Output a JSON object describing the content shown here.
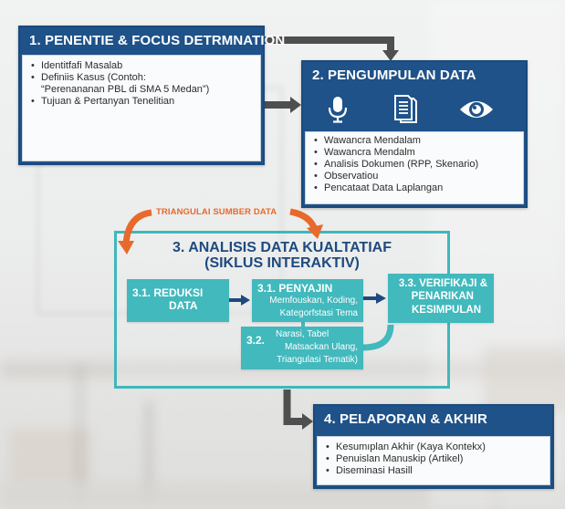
{
  "colors": {
    "dark_blue": "#1e5289",
    "teal": "#41b9bd",
    "orange": "#e8692c",
    "arrow_gray": "#4f4f4f",
    "arrow_navy": "#1e4a7e",
    "title_navy": "#1e4a7e"
  },
  "stage1": {
    "title": "1. PENENTIE & FOCUS DETRMNATION",
    "items": [
      {
        "text": "Identitfafi Masalab"
      },
      {
        "text": "Definiis Kasus (Contoh:",
        "cont": "“Perenananan PBL di SMA 5 Medan”)"
      },
      {
        "text": "Tujuan & Pertanyan Tenelitian"
      }
    ]
  },
  "stage2": {
    "title": "2. PENGUMPULAN DATA",
    "icons": [
      "microphone-icon",
      "document-icon",
      "eye-icon"
    ],
    "items": [
      {
        "text": "Wawancra Mendalam"
      },
      {
        "text": "Wawancra Mendalm"
      },
      {
        "text": "Analisis Dokumen (RPP, Skenario)"
      },
      {
        "text": "Observatiou"
      },
      {
        "text": "Pencataat Data Laplangan"
      }
    ]
  },
  "triangulation": {
    "label": "TRIANGULAI SUMBER DATA"
  },
  "stage3": {
    "title_line1": "3. ANALISIS DATA KUALTATIAF",
    "title_line2": "(SIKLUS INTERAKTIV)",
    "reduksi": {
      "line1": "3.1. REDUKSI",
      "line2": "DATA"
    },
    "penyajin": {
      "title": "3.1. PENYAJIN",
      "desc1": "Memfouskan, Koding,",
      "desc2": "Kategorfstasi Tema"
    },
    "step32": {
      "label": "3.2.",
      "desc1": "Narasi, Tabel",
      "desc2": "Matsackan Ulang,",
      "desc3": "Triangulasi Tematik)"
    },
    "verifikasi": {
      "line1": "3.3. VERIFIKAJI &",
      "line2": "PENARIKAN",
      "line3": "KESIMPULAN"
    }
  },
  "stage4": {
    "title": "4. PELAPORAN & AKHIR",
    "items": [
      {
        "text": "Kesumıplan Akhir (Kaya Kontekx)"
      },
      {
        "text": "Penuislan Manuskip (Artikel)"
      },
      {
        "text": "Diseminasi Hasill"
      }
    ]
  }
}
